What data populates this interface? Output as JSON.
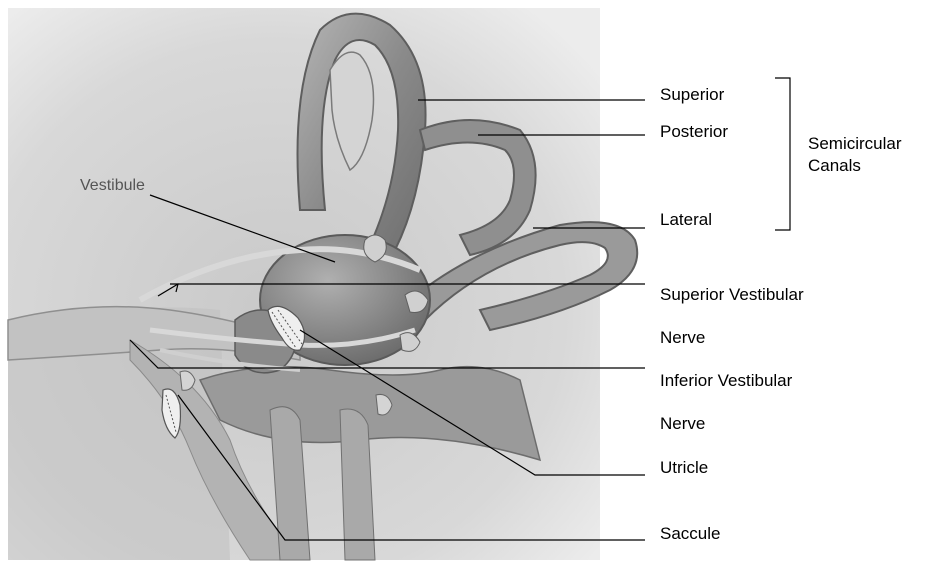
{
  "labels": {
    "vestibule": "Vestibule",
    "superior": "Superior",
    "posterior": "Posterior",
    "lateral": "Lateral",
    "semicircular_line1": "Semicircular",
    "semicircular_line2": "Canals",
    "superior_vestibular_line1": "Superior Vestibular",
    "superior_vestibular_line2": "Nerve",
    "inferior_vestibular_line1": "Inferior Vestibular",
    "inferior_vestibular_line2": "Nerve",
    "utricle": "Utricle",
    "saccule": "Saccule"
  },
  "colors": {
    "background_panel": "#d9d9d9",
    "tissue_dark": "#7a7a7a",
    "tissue_mid": "#9e9e9e",
    "tissue_light": "#c8c8c8",
    "leader_line": "#000000"
  }
}
